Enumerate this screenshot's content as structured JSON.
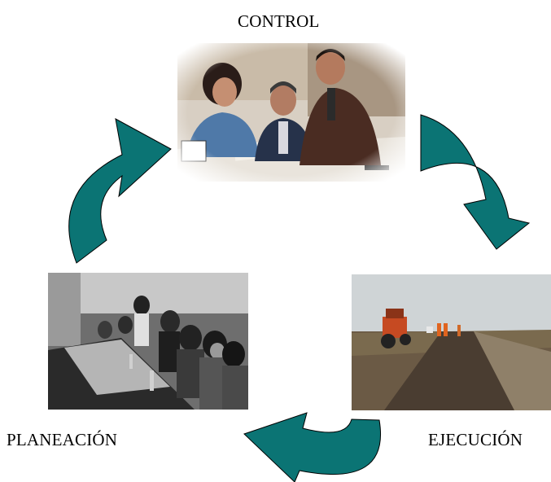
{
  "labels": {
    "control": "CONTROL",
    "planeacion": "PLANEACIÓN",
    "ejecucion": "EJECUCIÓN"
  },
  "photos": {
    "control": "meeting-photo",
    "planeacion": "workshop-photo",
    "ejecucion": "road-construction-photo"
  },
  "colors": {
    "arrow_fill": "#0b7474",
    "arrow_stroke": "#000000"
  }
}
